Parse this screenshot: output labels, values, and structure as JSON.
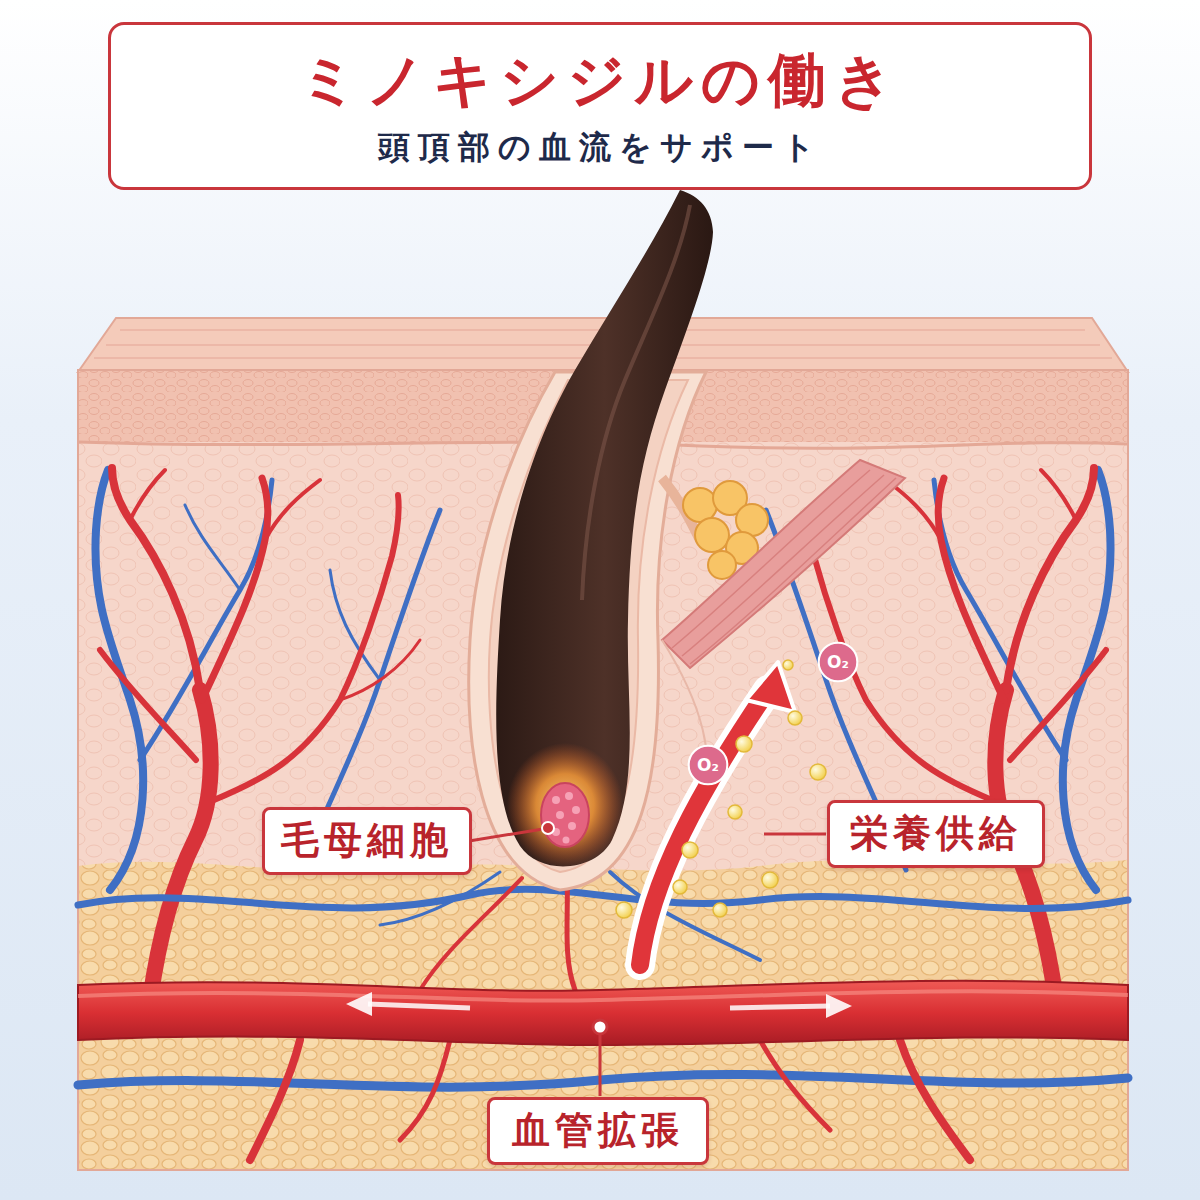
{
  "diagram": {
    "nodes": [
      {
        "text": [
          "ミノキシジルの働き",
          "頭頂部の血流をサポート"
        ]
      },
      {
        "text": [
          "O₂"
        ]
      },
      {
        "text": [
          "O₂"
        ]
      },
      {
        "text": [
          "毛母細胞"
        ]
      },
      {
        "text": [
          "栄養供給"
        ]
      },
      {
        "text": [
          "血管拡張"
        ]
      }
    ]
  }
}
